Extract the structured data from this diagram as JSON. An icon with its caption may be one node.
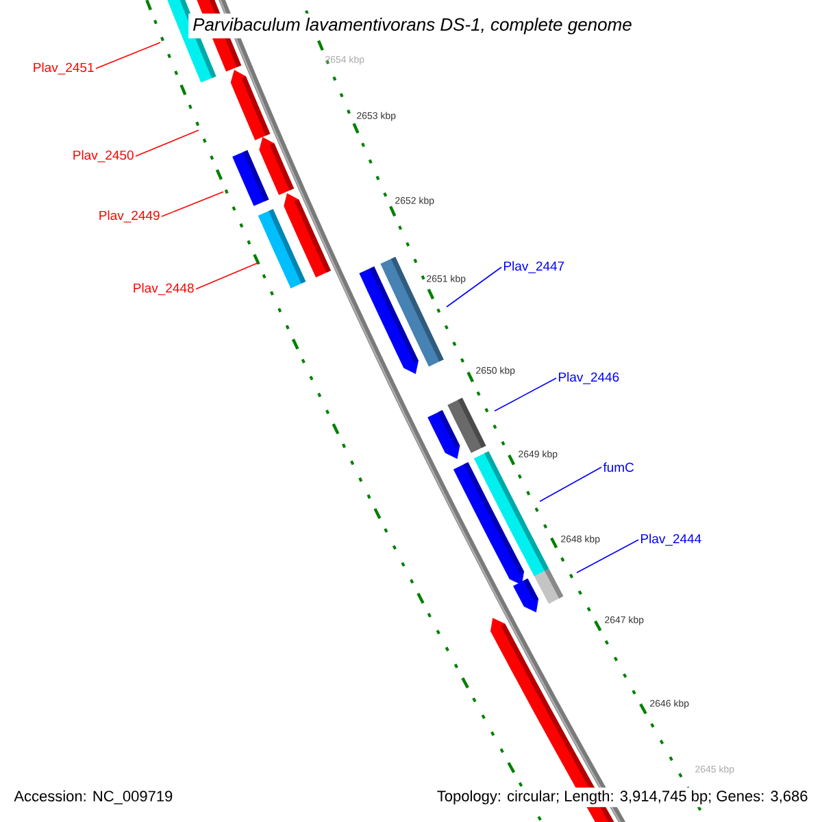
{
  "diagram": {
    "title": "Parvibaculum lavamentivorans DS-1, complete genome",
    "nodes": [
      {
        "text": [
          "Plav_2451"
        ]
      },
      {
        "text": [
          "Plav_2450"
        ]
      },
      {
        "text": [
          "Plav_2449"
        ]
      },
      {
        "text": [
          "Plav_2448"
        ]
      },
      {
        "text": [
          "Plav_2447"
        ]
      },
      {
        "text": [
          "Plav_2446"
        ]
      },
      {
        "text": [
          "fumC"
        ]
      },
      {
        "text": [
          "Plav_2444"
        ]
      }
    ],
    "edges": [
      {
        "from": 0,
        "to": null,
        "arrow": "none"
      },
      {
        "from": 1,
        "to": null,
        "arrow": "none"
      },
      {
        "from": 2,
        "to": null,
        "arrow": "none"
      },
      {
        "from": 3,
        "to": null,
        "arrow": "none"
      },
      {
        "from": 4,
        "to": null,
        "arrow": "none",
        "color": "#0000ff"
      },
      {
        "from": 5,
        "to": null,
        "arrow": "none",
        "color": "#0000ff"
      },
      {
        "from": 6,
        "to": null,
        "arrow": "none",
        "color": "#0000ff"
      },
      {
        "from": 7,
        "to": null,
        "arrow": "none",
        "color": "#0000ff"
      }
    ],
    "labels": [
      "2654 kbp",
      "2653 kbp",
      "2652 kbp",
      "2651 kbp",
      "2650 kbp",
      "2649 kbp",
      "2648 kbp",
      "2647 kbp",
      "2646 kbp",
      "2645 kbp",
      "Accession: NC_009719",
      "Topology: circular; Length: 3,914,745 bp; Genes: 3,686"
    ]
  }
}
